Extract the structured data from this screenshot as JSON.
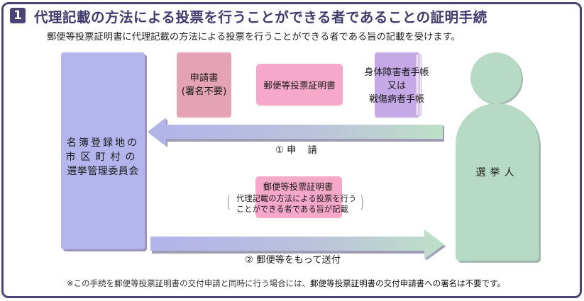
{
  "header": {
    "number": "1",
    "title": "代理記載の方法による投票を行うことができる者であることの証明手続",
    "subtitle": "郵便等投票証明書に代理記載の方法による投票を行うことができる者である旨の記載を受けます。"
  },
  "committee": {
    "lines": [
      "名簿登録地の",
      "市区町村の",
      "選挙管理委員会"
    ]
  },
  "voter": {
    "label": "選挙人"
  },
  "documents": {
    "application": {
      "line1": "申請書",
      "line2": "(署名不要)"
    },
    "certificate": "郵便等投票証明書",
    "handbook": {
      "line1": "身体障害者手帳",
      "line2": "又は",
      "line3": "戦傷病者手帳"
    }
  },
  "steps": {
    "step1": {
      "marker": "①",
      "label_a": "申",
      "label_b": "請"
    },
    "step2": {
      "label": "② 郵便等をもって送付"
    }
  },
  "returned_certificate": {
    "title": "郵便等投票証明書",
    "note_line1": "代理記載の方法による投票を行う",
    "note_line2": "ことができる者である旨が記載"
  },
  "footnote": {
    "prefix": "※この手続を郵便等投票証明書の交付申請と同時に行う場合には、",
    "emphasis": "郵便等投票証明書の交付申請書への署名は不要です。"
  },
  "colors": {
    "frame": "#4a4477",
    "committee": "#b3b5ec",
    "voter": "#b6dac6",
    "application": "#e4a3b4",
    "certificate": "#f6a8c8",
    "handbook": "#c5a8e6"
  }
}
